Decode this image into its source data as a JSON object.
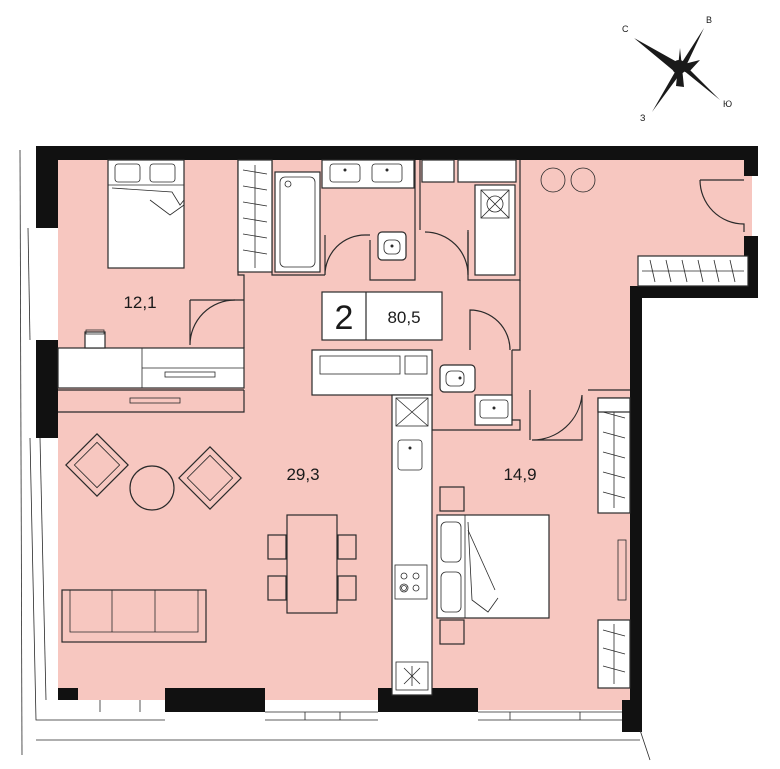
{
  "colors": {
    "floor": "#f7c7c0",
    "wall": "#111111",
    "line": "#2a2a2a"
  },
  "compass": {
    "north": "С",
    "east": "В",
    "south": "Ю",
    "west": "З"
  },
  "badge": {
    "rooms": "2",
    "total_area": "80,5"
  },
  "rooms": {
    "bedroom_small": "12,1",
    "living": "29,3",
    "bedroom_large": "14,9"
  }
}
